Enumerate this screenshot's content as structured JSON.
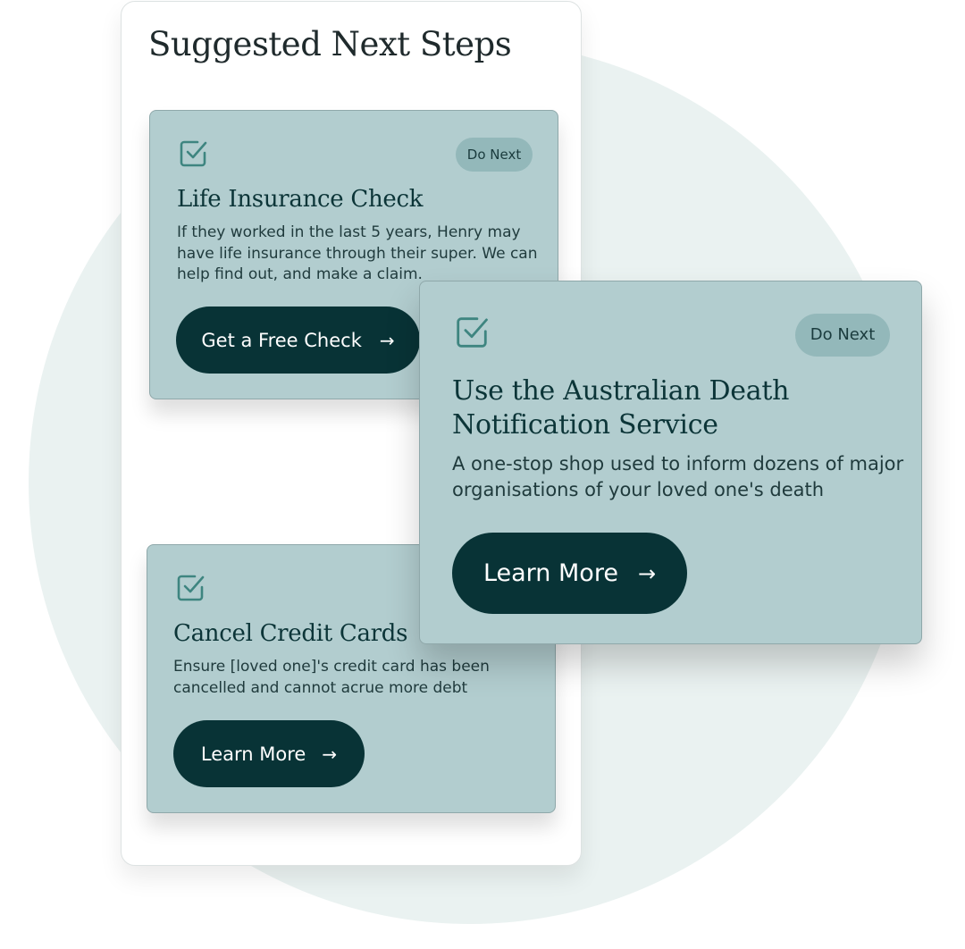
{
  "page": {
    "title": "Suggested Next Steps"
  },
  "colors": {
    "background_circle": "#eaf2f1",
    "card_fill": "#b2cdcf",
    "card_border": "#8fa8aa",
    "badge_fill": "#93b8ba",
    "button_fill": "#083336",
    "check_icon": "#3e8580",
    "title_text": "#0c3538"
  },
  "cards": [
    {
      "icon": "checkbox-checked-icon",
      "badge": "Do Next",
      "title": "Life Insurance Check",
      "description": "If they worked in the last 5 years, Henry may have life insurance through their super. We can help find out, and make a claim.",
      "button_label": "Get a Free Check",
      "button_icon": "arrow-right-icon",
      "button_arrow": "→"
    },
    {
      "icon": "checkbox-checked-icon",
      "badge": "Do Next",
      "title": "Use the Australian Death Notification Service",
      "description": "A one-stop shop used to inform dozens of major organisations of your loved one's death",
      "button_label": "Learn More",
      "button_icon": "arrow-right-icon",
      "button_arrow": "→"
    },
    {
      "icon": "checkbox-checked-icon",
      "title": "Cancel Credit Cards",
      "description": "Ensure [loved one]'s credit card has been cancelled and cannot acrue more debt",
      "button_label": "Learn More",
      "button_icon": "arrow-right-icon",
      "button_arrow": "→"
    }
  ]
}
